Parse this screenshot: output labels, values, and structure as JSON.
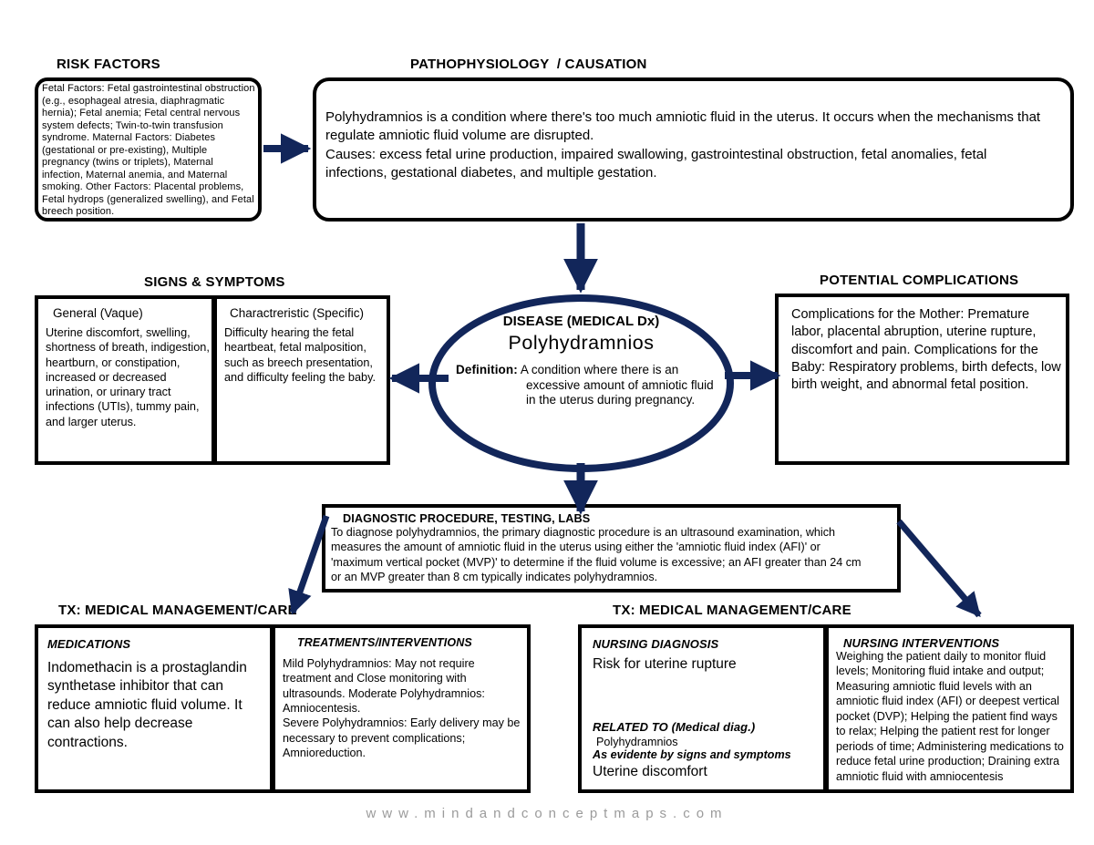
{
  "colors": {
    "arrow_navy": "#12265a",
    "box_border": "#000000",
    "footer_gray": "#9b9b9b"
  },
  "headings": {
    "risk_factors": "RISK FACTORS",
    "pathophysiology": "PATHOPHYSIOLOGY  / CAUSATION",
    "signs_symptoms": "SIGNS & SYMPTOMS",
    "potential_complications": "POTENTIAL COMPLICATIONS",
    "tx_medical": "TX: MEDICAL MANAGEMENT/CARE",
    "tx_nursing": "TX: MEDICAL MANAGEMENT/CARE"
  },
  "risk_factors": {
    "body": "Fetal Factors: Fetal gastrointestinal obstruction (e.g., esophageal atresia, diaphragmatic hernia); Fetal anemia; Fetal central nervous system defects; Twin-to-twin transfusion syndrome. Maternal Factors: Diabetes (gestational or pre-existing), Multiple pregnancy (twins or triplets), Maternal infection, Maternal anemia, and Maternal smoking. Other Factors: Placental problems, Fetal hydrops (generalized swelling), and Fetal breech position."
  },
  "pathophysiology": {
    "body": "Polyhydramnios is a condition where there's too much amniotic fluid in the uterus. It occurs when the mechanisms that regulate amniotic fluid volume are disrupted.\nCauses: excess fetal urine production, impaired swallowing, gastrointestinal obstruction, fetal anomalies, fetal infections, gestational diabetes, and multiple gestation."
  },
  "disease": {
    "label": "DISEASE (MEDICAL Dx)",
    "name": "Polyhydramnios",
    "definition_label": "Definition:",
    "definition": "A condition where there is an excessive amount of amniotic fluid in the uterus during pregnancy."
  },
  "signs_symptoms": {
    "columns": [
      {
        "title": "General (Vaque)",
        "body": "Uterine discomfort, swelling, shortness of breath, indigestion, heartburn, or constipation, increased or decreased urination, or urinary tract infections (UTIs), tummy pain, and larger uterus."
      },
      {
        "title": "Charactreristic (Specific)",
        "body": "Difficulty hearing the fetal heartbeat, fetal malposition, such as breech presentation, and difficulty feeling the baby."
      }
    ]
  },
  "complications": {
    "body": "Complications for the Mother: Premature labor, placental abruption, uterine rupture, discomfort and pain. Complications for the Baby: Respiratory problems, birth defects, low birth weight, and abnormal fetal position."
  },
  "diagnostics": {
    "title": "DIAGNOSTIC PROCEDURE, TESTING, LABS",
    "body": "To diagnose polyhydramnios, the primary diagnostic procedure is an ultrasound examination, which measures the amount of amniotic fluid in the uterus using either the 'amniotic fluid index (AFI)' or 'maximum vertical pocket (MVP)' to determine if the fluid volume is excessive; an AFI greater than 24 cm or an MVP greater than 8 cm typically indicates polyhydramnios."
  },
  "tx_medical": {
    "medications": {
      "title": "MEDICATIONS",
      "body": "Indomethacin is a prostaglandin synthetase inhibitor that can reduce amniotic fluid volume. It can also help decrease contractions."
    },
    "treatments": {
      "title": "TREATMENTS/INTERVENTIONS",
      "body": "Mild Polyhydramnios: May not require treatment and Close monitoring with ultrasounds. Moderate Polyhydramnios: Amniocentesis.\nSevere Polyhydramnios: Early delivery may be necessary to prevent complications; Amnioreduction."
    }
  },
  "tx_nursing": {
    "diagnosis": {
      "title": "NURSING DIAGNOSIS",
      "value": "Risk for uterine rupture",
      "related_label": "RELATED TO (Medical diag.)",
      "related_value": "Polyhydramnios",
      "evidence_label": "As evidente by signs and symptoms",
      "evidence_value": "Uterine discomfort"
    },
    "interventions": {
      "title": "NURSING INTERVENTIONS",
      "body": "Weighing the patient daily to monitor fluid levels; Monitoring fluid intake and output; Measuring amniotic fluid levels with an amniotic fluid index (AFI) or deepest vertical pocket (DVP); Helping the patient find ways to relax; Helping the patient rest for longer periods of time; Administering medications to reduce fetal urine production; Draining extra amniotic fluid with amniocentesis"
    }
  },
  "footer": {
    "url": "www.mindandconceptmaps.com"
  }
}
